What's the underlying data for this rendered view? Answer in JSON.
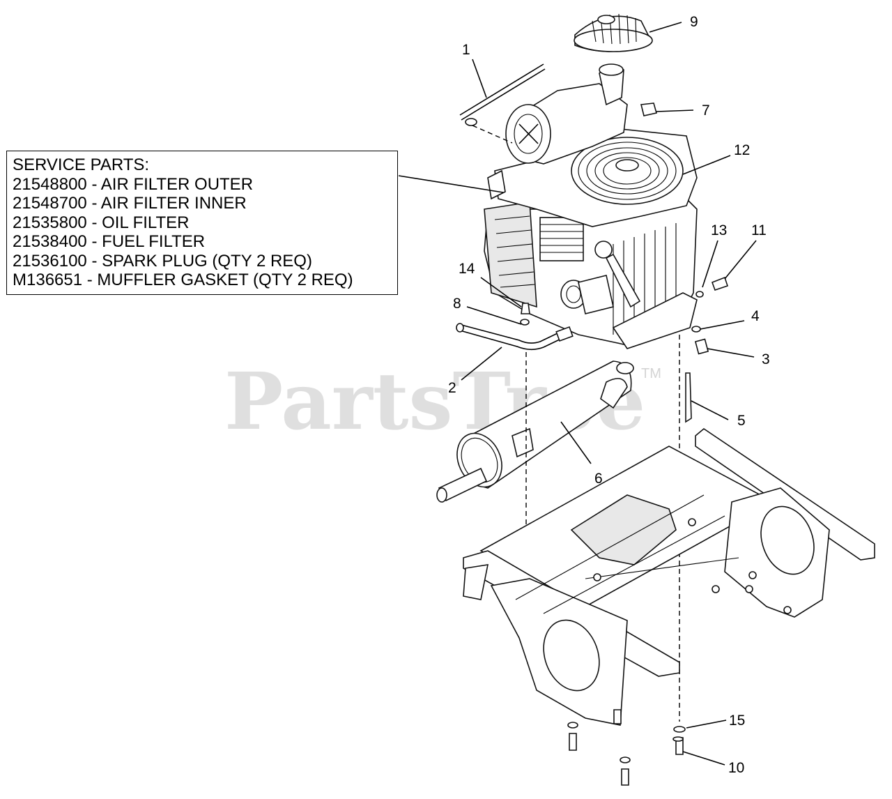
{
  "watermark": {
    "text": "PartsTree",
    "trademark": "TM"
  },
  "service_parts": {
    "heading": "SERVICE PARTS:",
    "items": [
      "21548800 - AIR FILTER OUTER",
      "21548700 - AIR FILTER INNER",
      "21535800 - OIL FILTER",
      "21538400 - FUEL FILTER",
      "21536100 - SPARK PLUG (QTY 2 REQ)",
      "M136651 - MUFFLER GASKET (QTY 2 REQ)"
    ]
  },
  "callouts": [
    "1",
    "2",
    "3",
    "4",
    "5",
    "6",
    "7",
    "8",
    "9",
    "10",
    "11",
    "12",
    "13",
    "14",
    "15"
  ]
}
